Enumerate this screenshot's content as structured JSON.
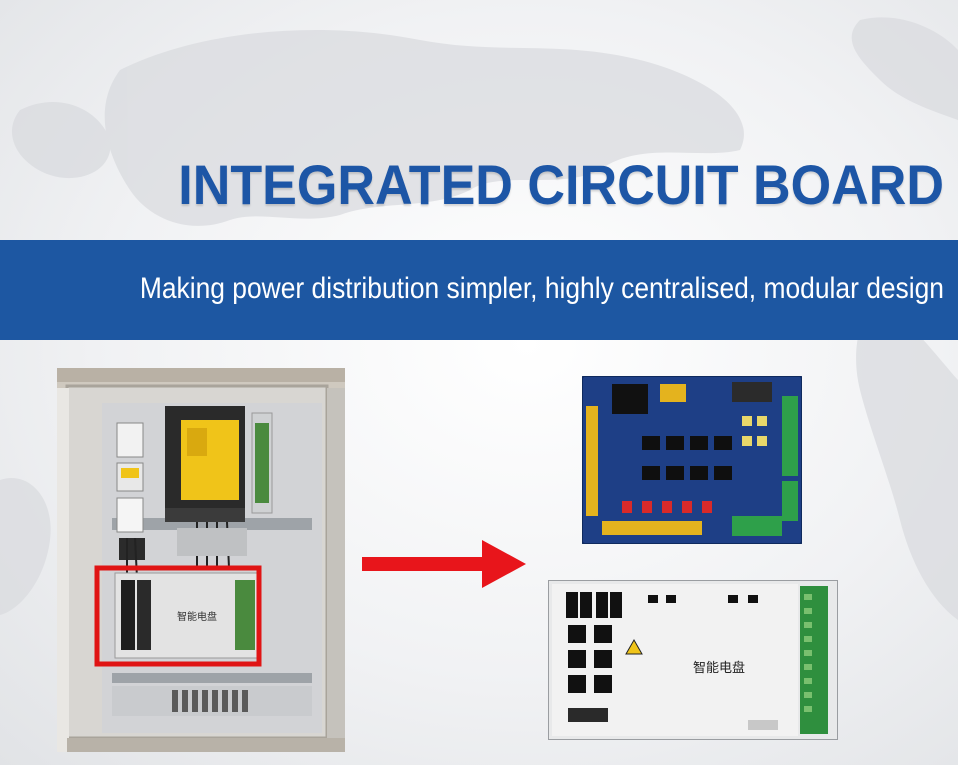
{
  "title": "INTEGRATED CIRCUIT BOARD",
  "subtitle": "Making power distribution simpler, highly centralised, modular design",
  "board_label": "智能电盘",
  "colors": {
    "title_blue": "#1d56a6",
    "banner_blue": "#1d57a2",
    "arrow_red": "#e8151b",
    "highlight_red": "#e01414",
    "pcb_blue": "#1e3f86",
    "amplifier_yellow": "#f0c419"
  },
  "icons": {
    "arrow": "right-arrow-icon",
    "warning": "high-voltage-warning-icon"
  }
}
